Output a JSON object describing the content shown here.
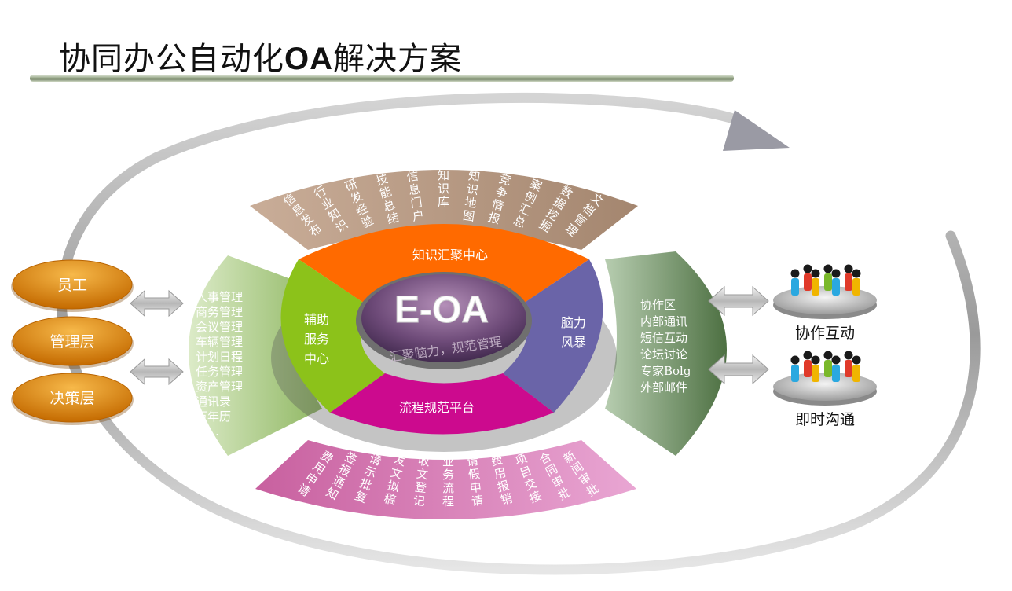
{
  "title": {
    "prefix": "协同办公自动化",
    "bold": "OA",
    "suffix": "解决方案"
  },
  "left_roles": [
    "员工",
    "管理层",
    "决策层"
  ],
  "left_list": [
    "人事管理",
    "商务管理",
    "会议管理",
    "车辆管理",
    "计划日程",
    "任务管理",
    "资产管理",
    "通讯录",
    "万年历",
    "……"
  ],
  "top_fan": [
    "信息发布",
    "行业知识",
    "研发经验",
    "技能总结",
    "信息门户",
    "知识库",
    "知识地图",
    "竞争情报",
    "案例汇总",
    "数据挖掘",
    "文档管理"
  ],
  "bottom_fan": [
    "费用申请",
    "签报通知",
    "请示批复",
    "发文拟稿",
    "收文登记",
    "业务流程",
    "请假申请",
    "费用报销",
    "项目交接",
    "合同审批",
    "新闻审批"
  ],
  "ring": {
    "top": "知识汇聚中心",
    "left": [
      "辅助",
      "服务",
      "中心"
    ],
    "right": [
      "脑力",
      "风暴"
    ],
    "bottom": "流程规范平台"
  },
  "hub": {
    "logo": "E-OA",
    "slogan": "汇聚脑力，规范管理"
  },
  "right_list": [
    "协作区",
    "内部通讯",
    "短信互动",
    "论坛讨论",
    "专家Bolg",
    "外部邮件"
  ],
  "right_groups": [
    {
      "label": "协作互动"
    },
    {
      "label": "即时沟通"
    }
  ],
  "colors": {
    "top_segment": "#ff6a00",
    "left_segment": "#8cc21a",
    "right_segment": "#6a64a8",
    "bottom_segment": "#cc0a8e",
    "role_pill": "#e9890f",
    "left_fan": "#b3cf8c",
    "right_fan": "#6f9163",
    "top_fan": "#b89a83",
    "bottom_fan": "#c06fa6"
  }
}
